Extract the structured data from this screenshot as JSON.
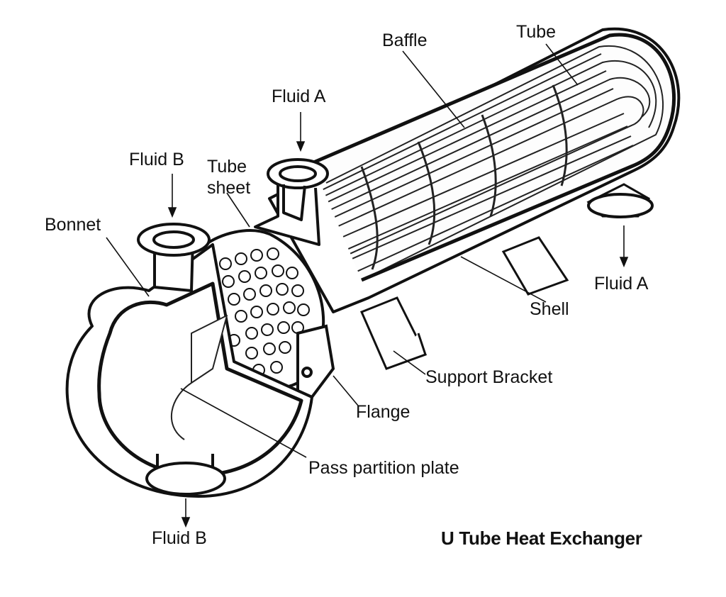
{
  "title": "U Tube Heat Exchanger",
  "labels": {
    "baffle": "Baffle",
    "tube": "Tube",
    "fluid_a_in": "Fluid A",
    "fluid_b_in": "Fluid B",
    "tube_sheet_line1": "Tube",
    "tube_sheet_line2": "sheet",
    "bonnet": "Bonnet",
    "fluid_a_out": "Fluid A",
    "shell": "Shell",
    "support_bracket": "Support Bracket",
    "flange": "Flange",
    "pass_partition_plate": "Pass partition plate",
    "fluid_b_out": "Fluid B"
  }
}
